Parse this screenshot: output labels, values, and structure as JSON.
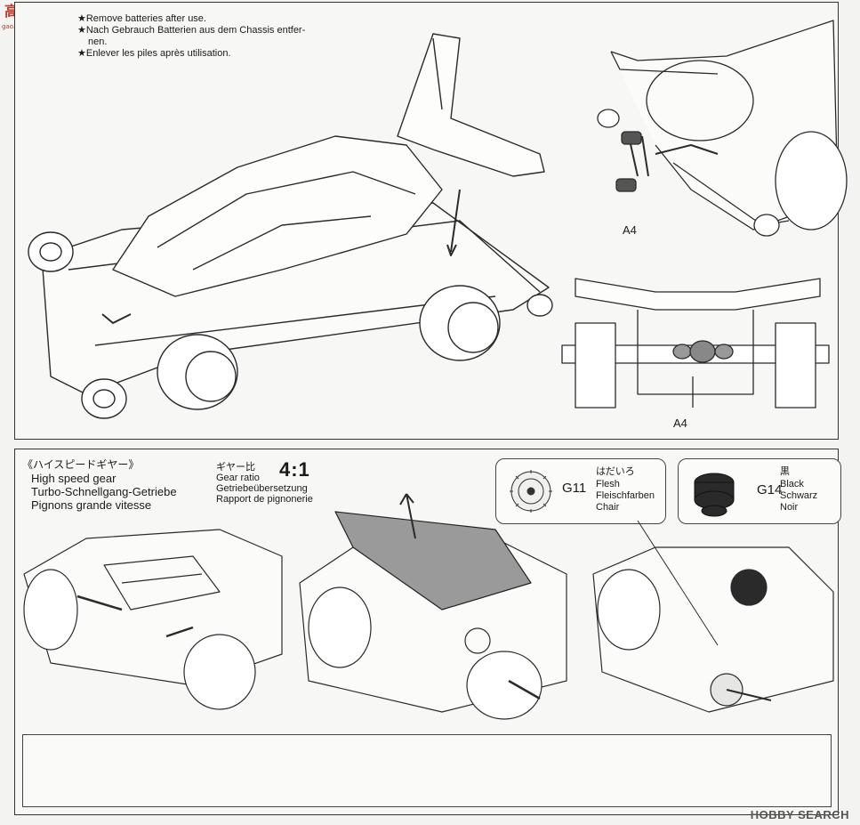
{
  "top": {
    "notes": [
      "★Remove batteries after use.",
      "★Nach Gebrauch Batterien aus dem Chassis entfer-",
      "nen.",
      "★Enlever les piles après utilisation."
    ],
    "part_label_1": "A4",
    "part_label_2": "A4"
  },
  "bottom": {
    "section_title_jp": "《ハイスピードギヤー》",
    "section_lines": [
      "High speed gear",
      "Turbo-Schnellgang-Getriebe",
      "Pignons grande vitesse"
    ],
    "ratio_label_jp": "ギヤー比",
    "ratio_lines": [
      "Gear ratio",
      "Getriebeübersetzung",
      "Rapport de pignonerie"
    ],
    "ratio_value": "4:1",
    "gear1": {
      "code": "G11",
      "name_jp": "はだいろ",
      "names": [
        "Flesh",
        "Fleischfarben",
        "Chair"
      ]
    },
    "gear2": {
      "code": "G14",
      "name_jp": "黒",
      "names": [
        "Black",
        "Schwarz",
        "Noir"
      ]
    }
  },
  "brand": "HOBBY SEARCH",
  "corner_logo": {
    "text": "高",
    "subtext": "gao.shan.com"
  },
  "colors": {
    "line": "#2b2b2b",
    "panel_bg": "#f7f7f5",
    "gear_dark": "#2a2a2a",
    "cover_grey": "#9a9a9a"
  }
}
